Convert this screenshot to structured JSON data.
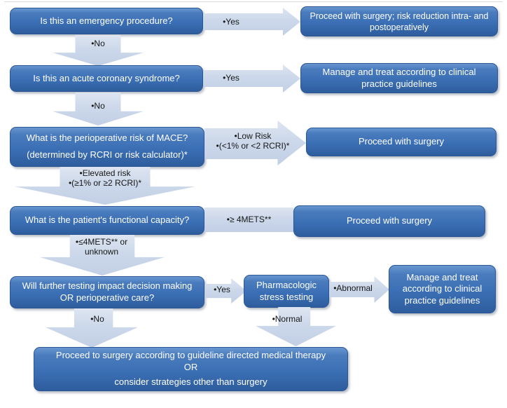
{
  "title": "Perioperative cardiac risk assessment flowchart",
  "colors": {
    "box_fill_top": "#6896d0",
    "box_fill_bottom": "#2e5d9d",
    "box_border": "#2a5694",
    "box_text": "#ffffff",
    "arrow_fill": "#ccd8ea",
    "label_text": "#161616"
  },
  "nodes": {
    "emergency": {
      "text": "Is this an emergency procedure?"
    },
    "emergency_outcome": {
      "text": "Proceed with surgery; risk reduction intra- and postoperatively"
    },
    "acs": {
      "text": "Is this an acute coronary syndrome?"
    },
    "acs_outcome": {
      "text": "Manage and treat according to clinical practice guidelines"
    },
    "mace": {
      "line1": "What is the perioperative risk of MACE?",
      "line2": "(determined by RCRI or risk calculator)*"
    },
    "low_risk_outcome": {
      "text": "Proceed with surgery"
    },
    "capacity": {
      "text": "What is the patient's functional capacity?"
    },
    "mets_outcome": {
      "text": "Proceed with surgery"
    },
    "testing": {
      "text": "Will further testing impact decision making OR perioperative care?"
    },
    "stress": {
      "text": "Pharmacologic stress testing"
    },
    "abnormal_outcome": {
      "text": "Manage and treat according to clinical practice guidelines"
    },
    "final": {
      "line1": "Proceed to surgery according to guideline directed medical therapy",
      "line2": "OR",
      "line3": "consider strategies other than surgery"
    }
  },
  "labels": {
    "yes1": "•Yes",
    "no1": "•No",
    "yes2": "•Yes",
    "no2": "•No",
    "low_risk_1": "•Low Risk",
    "low_risk_2": "•(<1% or <2 RCRI)*",
    "elevated_1": "•Elevated risk",
    "elevated_2": "•(≥1% or ≥2 RCRI)*",
    "mets_high": "•≥ 4METS**",
    "mets_low_1": "•≤4METS** or",
    "mets_low_2": "unknown",
    "yes3": "•Yes",
    "no3": "•No",
    "abnormal": "•Abnormal",
    "normal": "•Normal"
  }
}
